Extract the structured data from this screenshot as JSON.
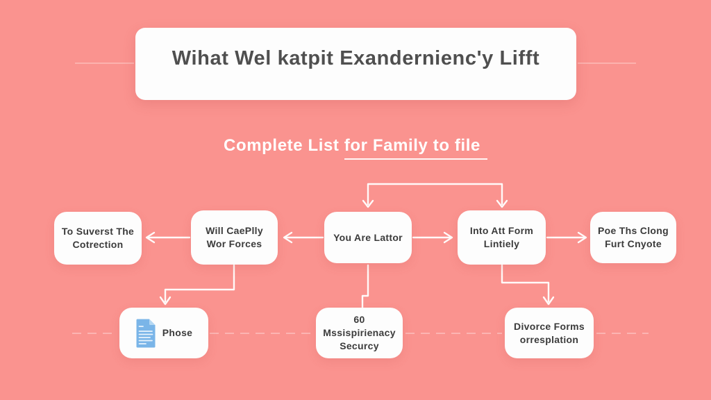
{
  "title_card": {
    "title": "Wihat Wel katpit Exandernienc'y Lifft"
  },
  "subtitle": {
    "prefix": "Complete List ",
    "underlined": "for Family to file"
  },
  "flowchart": {
    "main_row": [
      {
        "label": "To Suverst The Cotrection"
      },
      {
        "label": "Will CaePlly Wor Forces"
      },
      {
        "label": "You Are Lattor"
      },
      {
        "label": "Into Att Form Lintiely"
      },
      {
        "label": "Poe Ths Clong Furt Cnyote"
      }
    ],
    "bottom_row": [
      {
        "label": "Phose",
        "icon": "document-icon"
      },
      {
        "label": "60 Mssispirienacy Securcy"
      },
      {
        "label": "Divorce Forms orresplation"
      }
    ]
  },
  "colors": {
    "background": "#fa938f",
    "card": "#fdfdfd",
    "arrow": "#ffffff",
    "title_text": "#4f4f4f",
    "box_text": "#3b3b3b",
    "subtitle_text": "#ffffff",
    "doc_icon_blue": "#7ab5e8"
  }
}
